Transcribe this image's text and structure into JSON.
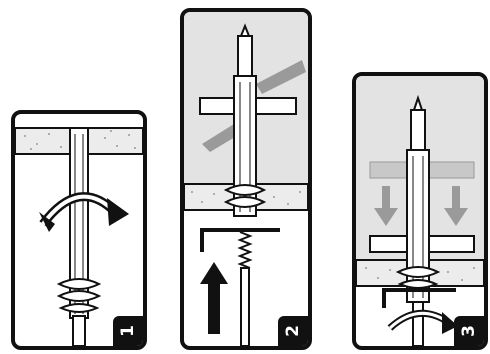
{
  "steps": [
    {
      "number": "1"
    },
    {
      "number": "2"
    },
    {
      "number": "3"
    }
  ],
  "colors": {
    "outline": "#111111",
    "panel_fill": "#e3e3e3",
    "ceiling": "#ececec",
    "arrow_grey": "#9a9a9a",
    "background": "#ffffff"
  },
  "icons": [
    "rotate-arrow-icon",
    "push-up-arrow-icon",
    "press-down-arrow-icon",
    "rotate-under-arrow-icon"
  ]
}
